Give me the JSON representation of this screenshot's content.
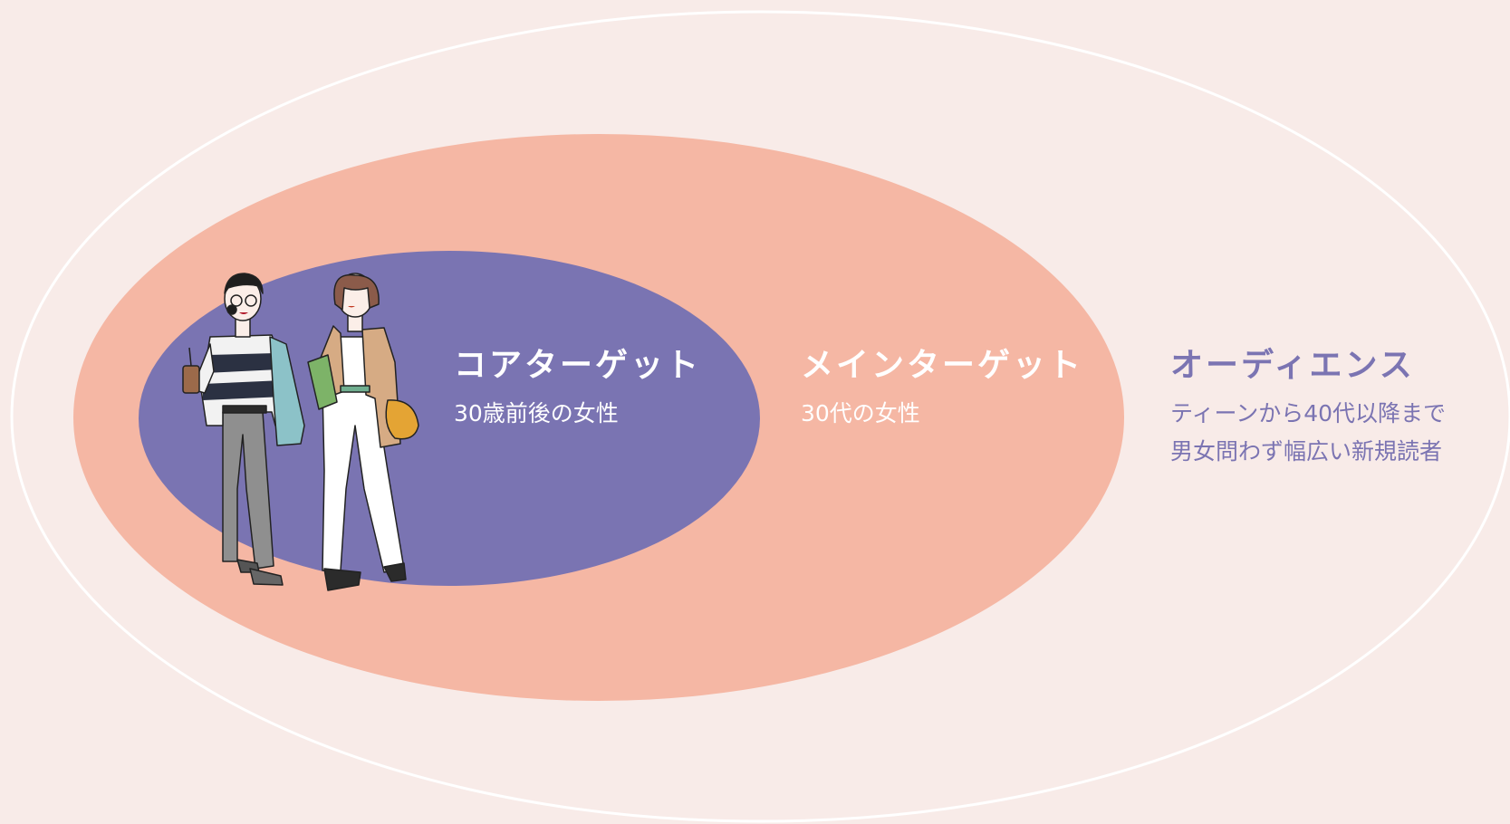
{
  "colors": {
    "background": "#f8ebe8",
    "outer_ring_stroke": "#ffffff",
    "main_ellipse": "#f5b7a4",
    "core_ellipse": "#7a74b2",
    "audience_text": "#7b74b2",
    "label_text": "#ffffff"
  },
  "segments": {
    "core": {
      "title": "コアターゲット",
      "description": "30歳前後の女性"
    },
    "main": {
      "title": "メインターゲット",
      "description": "30代の女性"
    },
    "audience": {
      "title": "オーディエンス",
      "description_line1": "ティーンから40代以降まで",
      "description_line2": "男女問わず幅広い新規読者"
    }
  },
  "illustration": {
    "icon": "two-women-illustration"
  }
}
